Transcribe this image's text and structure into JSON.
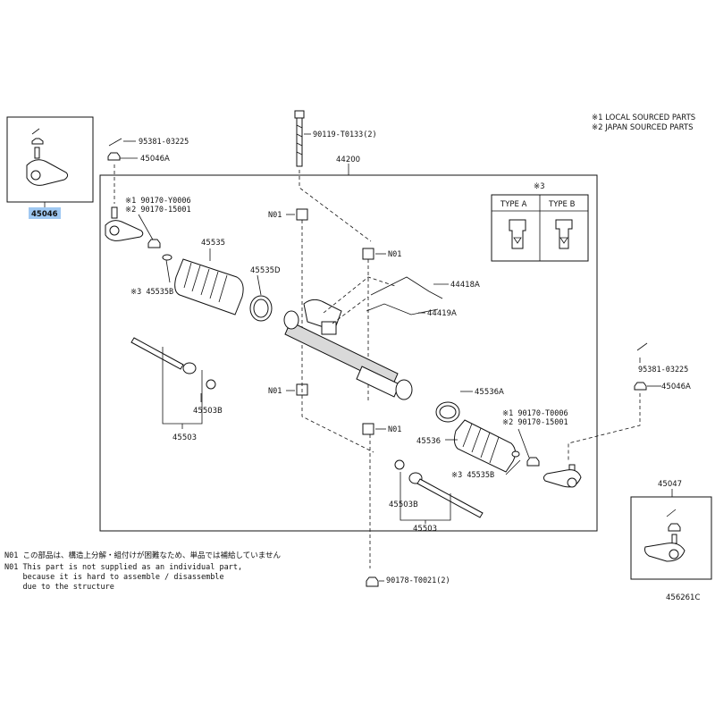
{
  "legend": {
    "local": "※1 LOCAL SOURCED PARTS",
    "japan": "※2 JAPAN SOURCED PARTS"
  },
  "parts": {
    "p45046": "45046",
    "p45047": "45047",
    "p95381_top": "95381-03225",
    "p45046A_top": "45046A",
    "p90119": "90119-T0133(2)",
    "p44200": "44200",
    "p190170_top": "※1 90170-Y0006",
    "p290170_top": "※2 90170-15001",
    "p45535": "45535",
    "p45535D": "45535D",
    "p45535B_top": "※3 45535B",
    "n01_a": "N01",
    "n01_b": "N01",
    "n01_c": "N01",
    "n01_d": "N01",
    "p44418A": "44418A",
    "p44419A": "44419A",
    "p45503B_left": "45503B",
    "p45503_left": "45503",
    "p95381_right": "95381-03225",
    "p45046A_right": "45046A",
    "p45536A": "45536A",
    "p190170_right": "※1 90170-T0006",
    "p290170_right": "※2 90170-15001",
    "p45536": "45536",
    "p45535B_right": "※3 45535B",
    "p45503B_right": "45503B",
    "p45503_right": "45503",
    "p90178": "90178-T0021(2)"
  },
  "types": {
    "ref": "※3",
    "a": "TYPE A",
    "b": "TYPE B"
  },
  "notes": {
    "jp": "N01 この部品は、構造上分解・組付けが困難なため、単品では補給していません",
    "en1": "N01 This part is not supplied as an individual part,",
    "en2": "    because it is hard to assemble / disassemble",
    "en3": "    due to the structure"
  },
  "figure_id": "456261C"
}
